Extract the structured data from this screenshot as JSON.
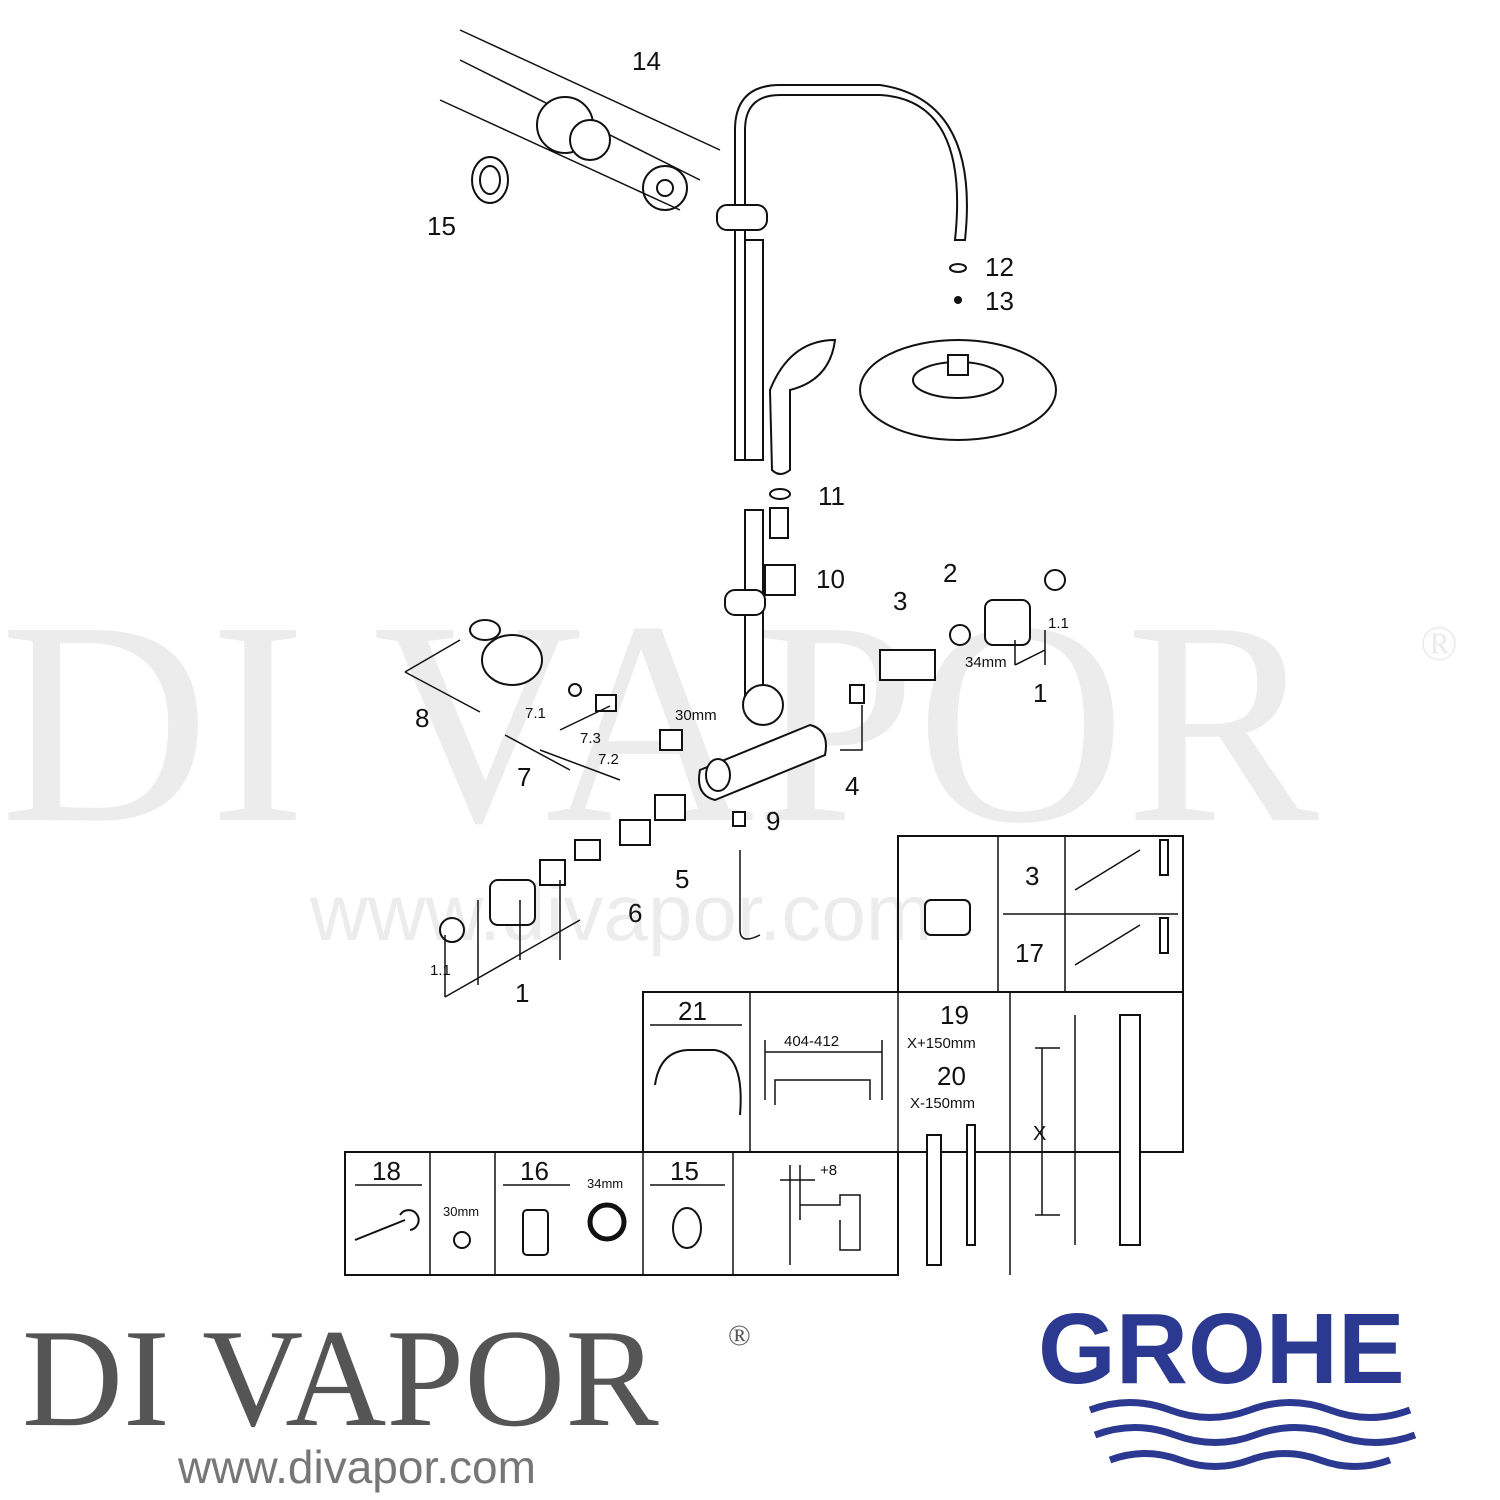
{
  "diagram": {
    "callouts": {
      "p14": "14",
      "p15": "15",
      "p12": "12",
      "p13": "13",
      "p11": "11",
      "p10": "10",
      "p2": "2",
      "p3": "3",
      "p1_1_right": "1.1",
      "dim_34mm": "34mm",
      "p1_right": "1",
      "p8": "8",
      "p7_1": "7.1",
      "p7_3": "7.3",
      "p7_2": "7.2",
      "p7": "7",
      "dim_30mm": "30mm",
      "p4": "4",
      "p9": "9",
      "p5": "5",
      "p6": "6",
      "p1_1_left": "1.1",
      "p1_left": "1"
    },
    "table": {
      "cartridge_3": "3",
      "cartridge_17": "17",
      "arm_21": "21",
      "arm_range": "404-412",
      "rail_19": "19",
      "rail_19_dim": "X+150mm",
      "rail_20": "20",
      "rail_20_dim": "X-150mm",
      "rail_x": "X",
      "tool_18": "18",
      "tool_18_dim": "30mm",
      "tool_16": "16",
      "tool_16_dim": "34mm",
      "ring_15": "15",
      "offset": "+8"
    }
  },
  "watermark": {
    "brand": "DI VAPOR",
    "reg": "®",
    "url": "www.divapor.com"
  },
  "footer": {
    "brand": "DI VAPOR",
    "reg": "®",
    "url": "www.divapor.com",
    "logo": "GROHE",
    "logo_color": "#2b3990"
  }
}
